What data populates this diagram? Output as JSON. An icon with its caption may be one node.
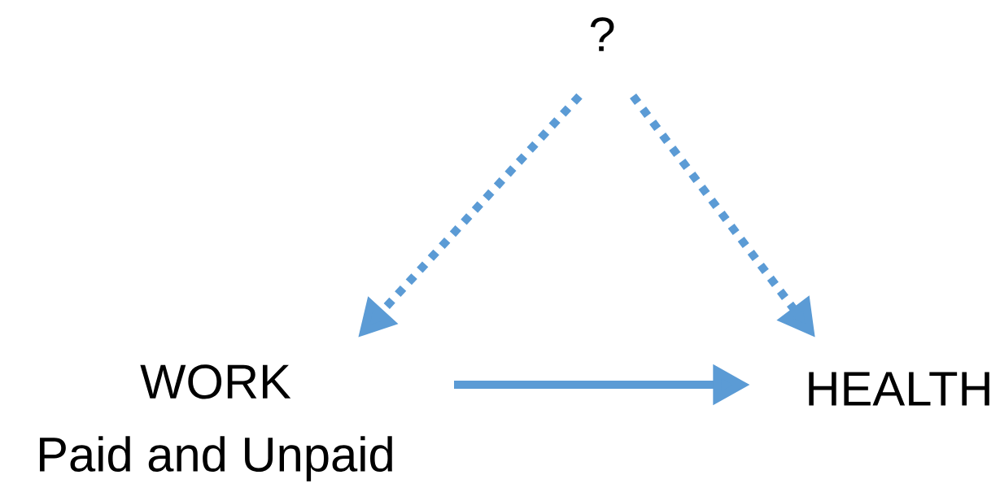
{
  "diagram": {
    "nodes": [
      {
        "text": [
          "?"
        ]
      },
      {
        "text": [
          "WORK",
          "Paid and Unpaid"
        ]
      },
      {
        "text": [
          "HEALTH"
        ]
      }
    ],
    "edges": [
      {
        "from": 0,
        "to": 1,
        "arrow": "to",
        "style": "dashed"
      },
      {
        "from": 0,
        "to": 2,
        "arrow": "to",
        "style": "dashed"
      },
      {
        "from": 1,
        "to": 2,
        "arrow": "to"
      }
    ]
  }
}
